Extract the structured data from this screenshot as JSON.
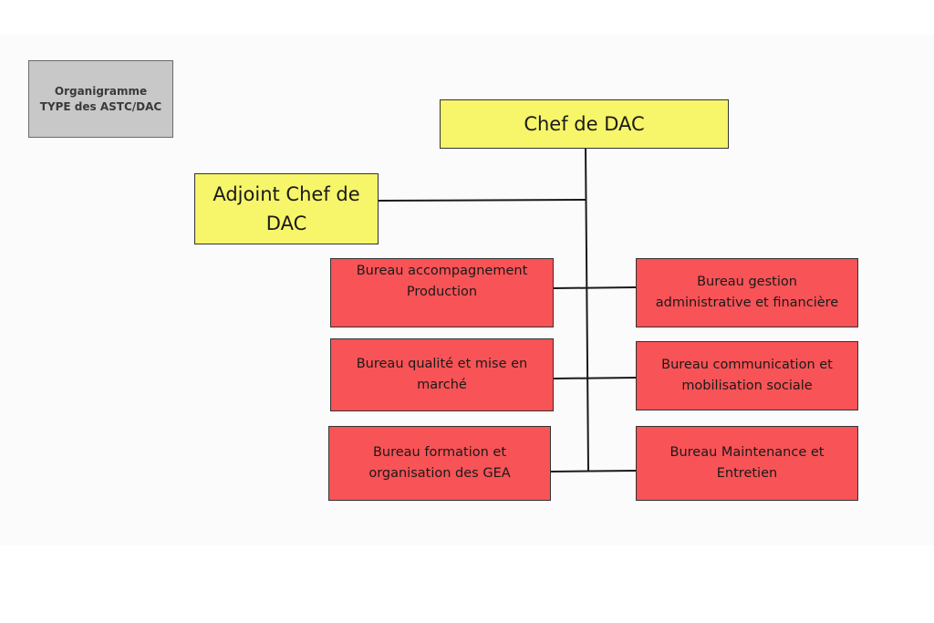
{
  "diagram": {
    "title": "Organigramme\nTYPE des ASTC/DAC",
    "head": "Chef de DAC",
    "deputy": "Adjoint Chef de\nDAC",
    "bureaus": [
      "Bureau accompagnement\nProduction",
      "Bureau gestion\nadministrative et financière",
      "Bureau qualité et mise en\nmarché",
      "Bureau communication et\nmobilisation sociale",
      "Bureau formation et\norganisation des GEA",
      "Bureau Maintenance et\nEntretien"
    ],
    "colors": {
      "title_box": "#c8c8c8",
      "leadership": "#f7f56a",
      "bureau": "#f85356",
      "line": "#1a1a1a"
    }
  }
}
